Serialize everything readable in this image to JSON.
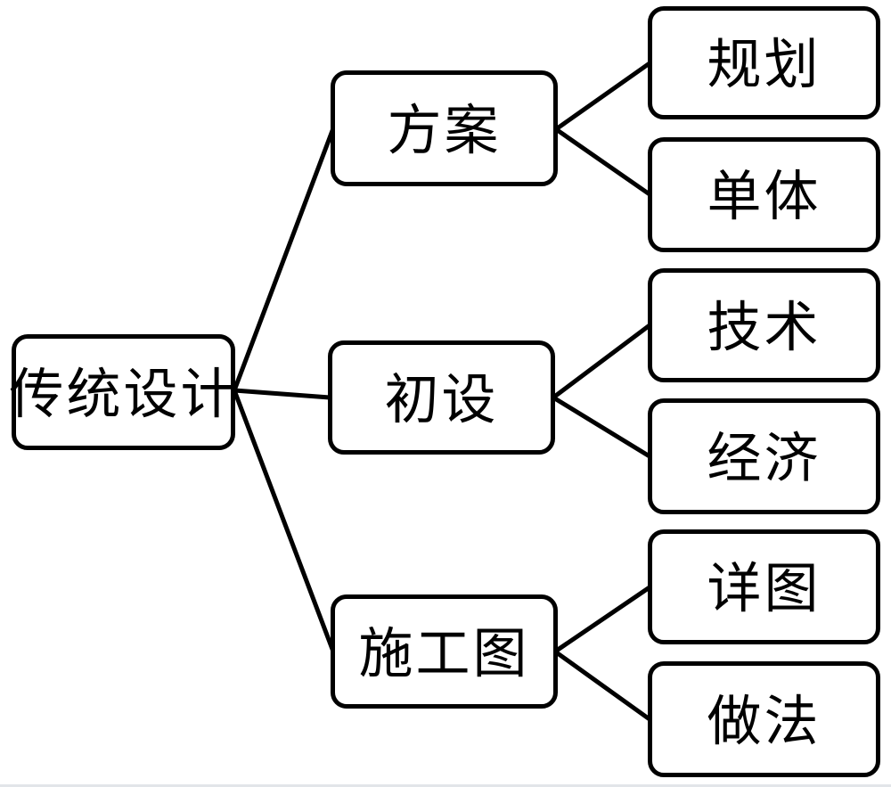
{
  "diagram": {
    "root": {
      "label": "传统设计"
    },
    "branches": [
      {
        "label": "方案",
        "children": [
          "规划",
          "单体"
        ]
      },
      {
        "label": "初设",
        "children": [
          "技术",
          "经济"
        ]
      },
      {
        "label": "施工图",
        "children": [
          "详图",
          "做法"
        ]
      }
    ],
    "edges": [
      {
        "from": "传统设计",
        "to": "方案"
      },
      {
        "from": "传统设计",
        "to": "初设"
      },
      {
        "from": "传统设计",
        "to": "施工图"
      },
      {
        "from": "方案",
        "to": "规划"
      },
      {
        "from": "方案",
        "to": "单体"
      },
      {
        "from": "初设",
        "to": "技术"
      },
      {
        "from": "初设",
        "to": "经济"
      },
      {
        "from": "施工图",
        "to": "详图"
      },
      {
        "from": "施工图",
        "to": "做法"
      }
    ],
    "colors": {
      "line": "#000000",
      "box_border": "#000000",
      "background": "#ffffff"
    }
  }
}
